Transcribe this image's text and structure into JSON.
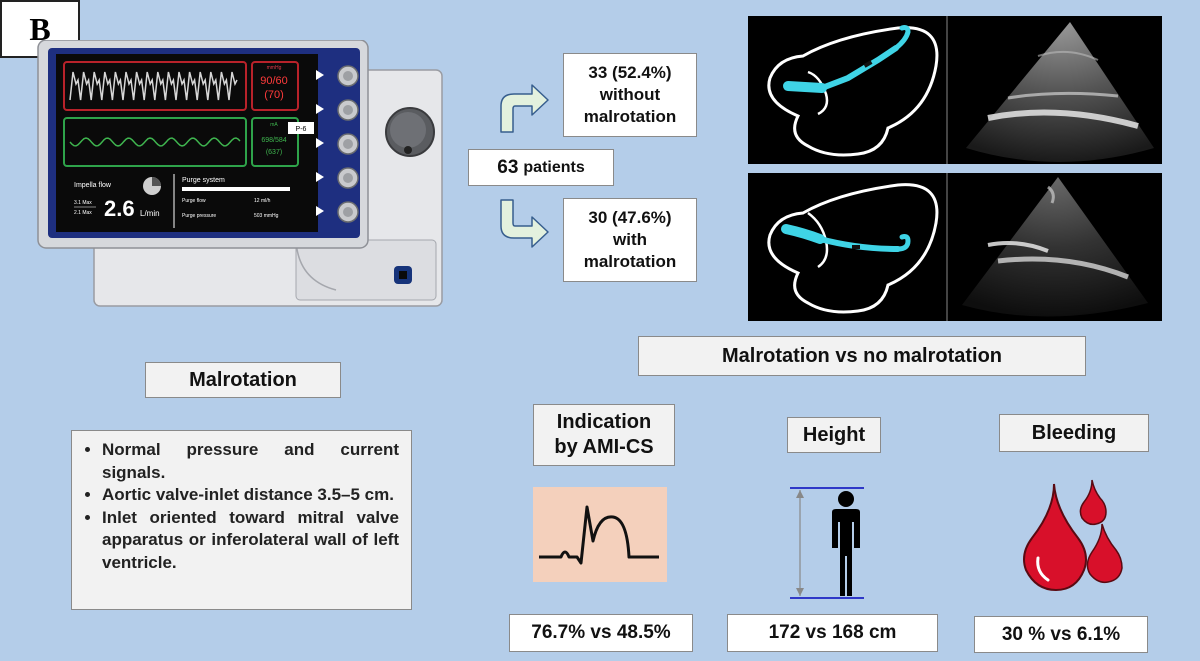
{
  "panel_label": "B",
  "monitor": {
    "pressure_value": "90/60",
    "pressure_mean": "(70)",
    "pressure_unit": "mmHg",
    "current_value": "698/584",
    "current_mean": "(637)",
    "current_unit": "mA",
    "p_level": "P-6",
    "impella_flow_label": "Impella flow",
    "max_top": "3.1 Max",
    "max_bottom": "2.1 Max",
    "flow_value": "2.6",
    "flow_unit": "L/min",
    "purge_system_label": "Purge system",
    "purge_flow_label": "Purge flow",
    "purge_flow_value": "12 ml/h",
    "purge_pressure_label": "Purge pressure",
    "purge_pressure_value": "503 mmHg"
  },
  "total_patients": {
    "count": "63",
    "label": "patients"
  },
  "groups": [
    {
      "line1": "33 (52.4%)",
      "line2": "without",
      "line3": "malrotation"
    },
    {
      "line1": "30 (47.6%)",
      "line2": "with",
      "line3": "malrotation"
    }
  ],
  "malrotation": {
    "title": "Malrotation",
    "bullets": [
      "Normal pressure and current signals.",
      "Aortic valve-inlet distance 3.5–5 cm.",
      "Inlet oriented toward mitral valve apparatus or inferolateral wall of left ventricle."
    ]
  },
  "comparison": {
    "title": "Malrotation vs no malrotation",
    "indication": {
      "line1": "Indication",
      "line2": "by AMI-CS",
      "result": "76.7% vs 48.5%"
    },
    "height": {
      "title": "Height",
      "result": "172 vs 168 cm"
    },
    "bleeding": {
      "title": "Bleeding",
      "result": "30 % vs 6.1%"
    }
  },
  "colors": {
    "background": "#b4cde9",
    "catheter": "#3fd4e6",
    "blood": "#d8102a",
    "ecg_bg": "#f4d0bc",
    "arrow_fill": "#e3f1de",
    "arrow_stroke": "#375e8e"
  },
  "icons": [
    "impella-console-icon",
    "heart-catheter-schematic-icon",
    "echocardiogram-image",
    "ecg-icon",
    "person-height-icon",
    "blood-drops-icon",
    "curved-arrow-icon"
  ]
}
